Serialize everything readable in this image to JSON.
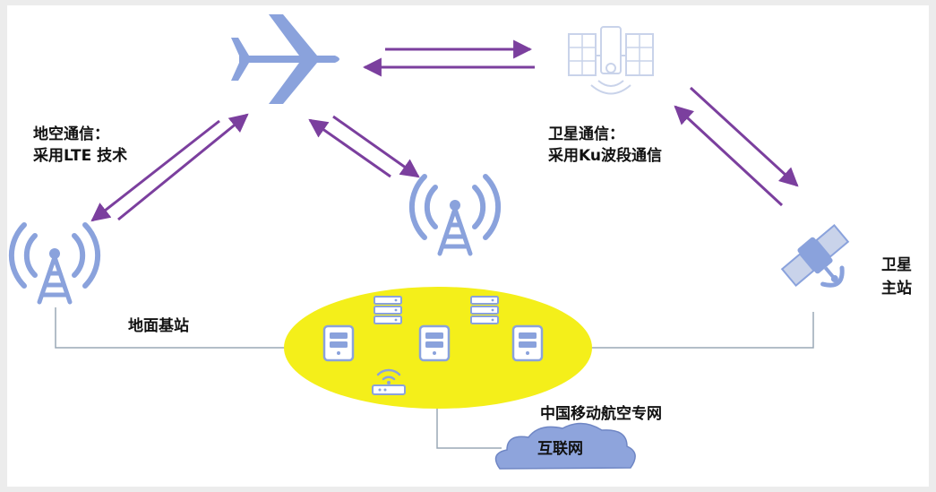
{
  "labels": {
    "air_ground": [
      "地空通信：",
      "采用LTE 技术"
    ],
    "satellite_comm": [
      "卫星通信：",
      "采用Ku波段通信"
    ],
    "ground_station": "地面基站",
    "satellite_master": [
      "卫星",
      "主站"
    ],
    "cmcc_network": "中国移动航空专网",
    "internet": "互联网"
  },
  "colors": {
    "arrow": "#7b3f9e",
    "icon_blue": "#8aa2dc",
    "icon_light": "#c9d3ea",
    "ellipse": "#f4ef1a",
    "cloud": "#8ea4dc",
    "line": "#9aa8b6"
  },
  "icons": [
    "airplane-icon",
    "satellite-icon",
    "ground-antenna-icon",
    "satellite-dish-icon",
    "server-icon",
    "wifi-router-icon",
    "cloud-icon"
  ]
}
